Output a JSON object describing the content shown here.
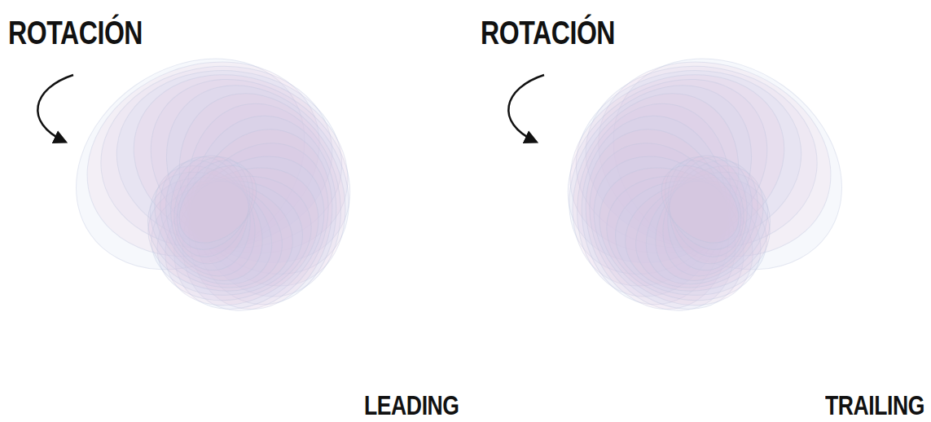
{
  "diagram": {
    "labels": [
      "ROTACIÓN",
      "ROTACIÓN",
      "LEADING",
      "TRAILING"
    ]
  }
}
